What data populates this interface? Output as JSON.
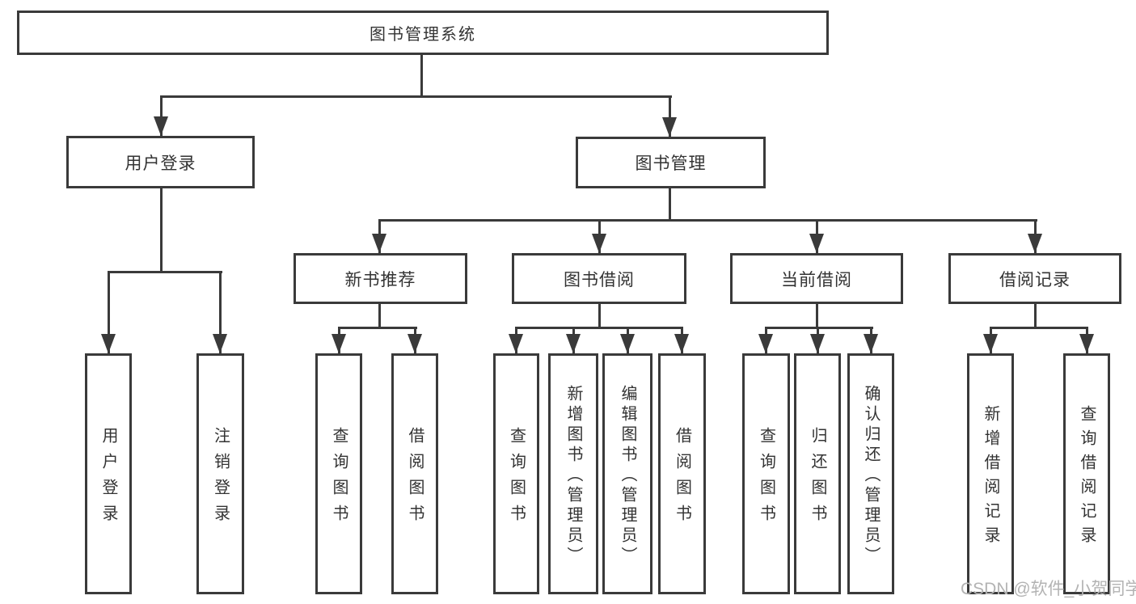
{
  "diagram_title": "图书管理系统",
  "tree": {
    "label": "图书管理系统",
    "children": [
      {
        "label": "用户登录",
        "children": [
          {
            "label": "用户登录"
          },
          {
            "label": "注销登录"
          }
        ]
      },
      {
        "label": "图书管理",
        "children": [
          {
            "label": "新书推荐",
            "children": [
              {
                "label": "查询图书"
              },
              {
                "label": "借阅图书"
              }
            ]
          },
          {
            "label": "图书借阅",
            "children": [
              {
                "label": "查询图书"
              },
              {
                "label": "新增图书（管理员）"
              },
              {
                "label": "编辑图书（管理员）"
              },
              {
                "label": "借阅图书"
              }
            ]
          },
          {
            "label": "当前借阅",
            "children": [
              {
                "label": "查询图书"
              },
              {
                "label": "归还图书"
              },
              {
                "label": "确认归还（管理员）"
              }
            ]
          },
          {
            "label": "借阅记录",
            "children": [
              {
                "label": "新增借阅记录"
              },
              {
                "label": "查询借阅记录"
              }
            ]
          }
        ]
      }
    ]
  },
  "watermark": "CSDN @软件_小贺同学",
  "colors": {
    "line": "#3a3a3a",
    "text": "#333333",
    "background": "#ffffff",
    "watermark": "#b3b3b3"
  }
}
